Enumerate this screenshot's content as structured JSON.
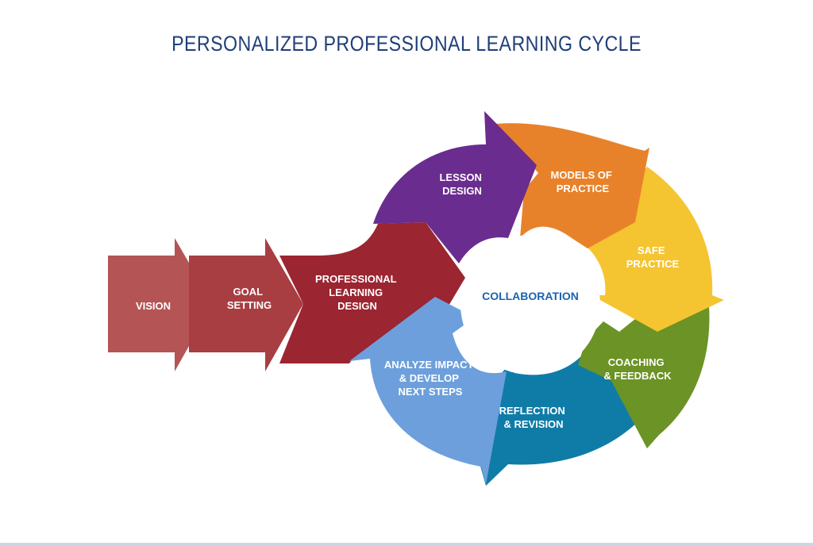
{
  "title": "PERSONALIZED PROFESSIONAL LEARNING CYCLE",
  "center": "COLLABORATION",
  "lead_in": [
    {
      "lines": [
        "VISION"
      ],
      "color": "#b55454"
    },
    {
      "lines": [
        "GOAL",
        "SETTING"
      ],
      "color": "#a83e42"
    },
    {
      "lines": [
        "PROFESSIONAL",
        "LEARNING",
        "DESIGN"
      ],
      "color": "#9b2530"
    }
  ],
  "cycle": [
    {
      "lines": [
        "LESSON",
        "DESIGN"
      ],
      "color": "#6a2c8e"
    },
    {
      "lines": [
        "MODELS OF",
        "PRACTICE"
      ],
      "color": "#e8822a"
    },
    {
      "lines": [
        "SAFE",
        "PRACTICE"
      ],
      "color": "#f5c431"
    },
    {
      "lines": [
        "COACHING",
        "& FEEDBACK"
      ],
      "color": "#6b9325"
    },
    {
      "lines": [
        "REFLECTION",
        "& REVISION"
      ],
      "color": "#0f7ca8"
    },
    {
      "lines": [
        "ANALYZE IMPACT",
        "& DEVELOP",
        "NEXT STEPS"
      ],
      "color": "#6d9fdc"
    }
  ]
}
